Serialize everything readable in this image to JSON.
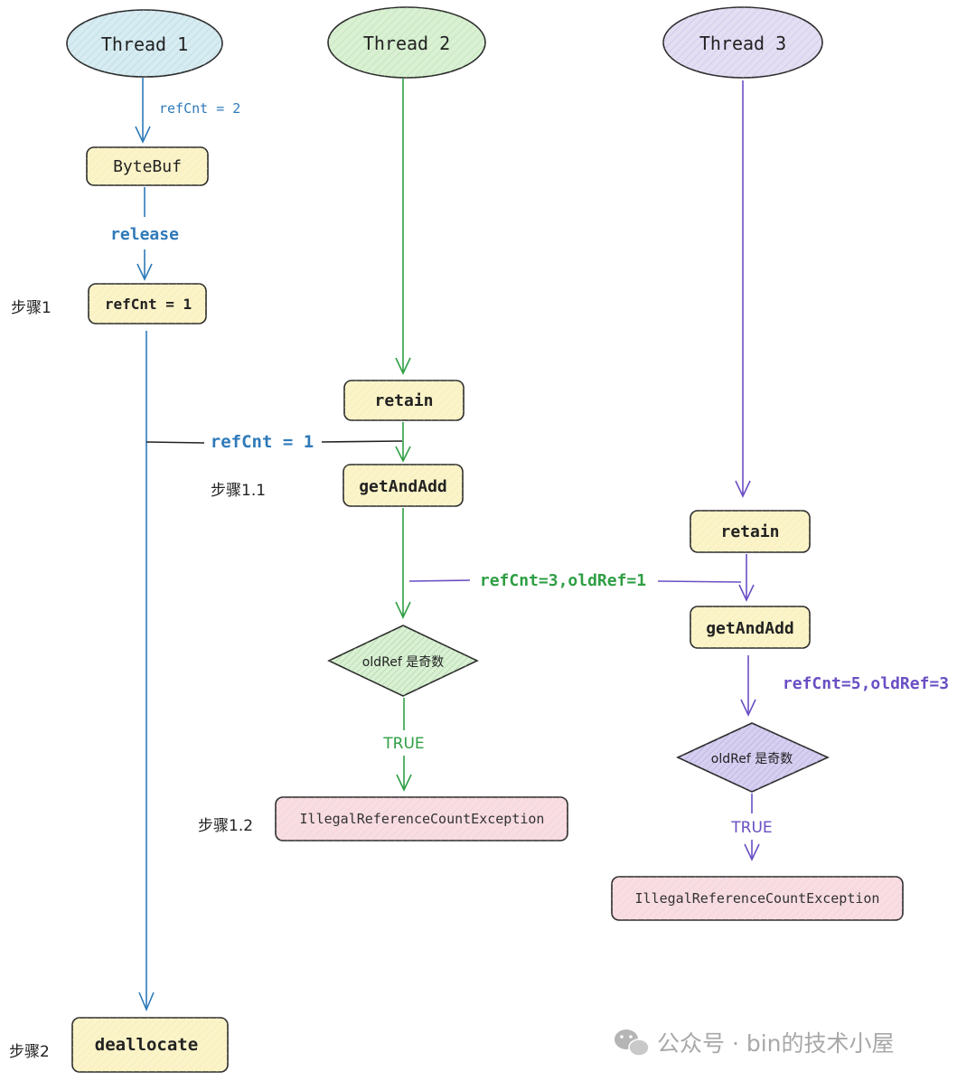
{
  "threads": {
    "t1": "Thread 1",
    "t2": "Thread 2",
    "t3": "Thread 3"
  },
  "thread1": {
    "edge_refcnt": "refCnt = 2",
    "bytebuf": "ByteBuf",
    "release": "release",
    "refcnt_box": "refCnt = 1",
    "cross_label": "refCnt = 1",
    "deallocate": "deallocate"
  },
  "thread2": {
    "retain": "retain",
    "getandadd": "getAndAdd",
    "cross_label": "refCnt=3,oldRef=1",
    "decision": "oldRef 是奇数",
    "true_label": "TRUE",
    "exception": "IllegalReferenceCountException"
  },
  "thread3": {
    "retain": "retain",
    "getandadd": "getAndAdd",
    "edge_label": "refCnt=5,oldRef=3",
    "decision": "oldRef 是奇数",
    "true_label": "TRUE",
    "exception": "IllegalReferenceCountException"
  },
  "steps": {
    "step1": "步骤1",
    "step1_1": "步骤1.1",
    "step1_2": "步骤1.2",
    "step2": "步骤2"
  },
  "watermark": "公众号 · bin的技术小屋",
  "colors": {
    "blue": "#2f7ab9",
    "green": "#2f9e44",
    "purple": "#6a4fc4",
    "thread1_fill": "#d7ecf1",
    "thread2_fill": "#d9f0d3",
    "thread3_fill": "#e4def3"
  }
}
